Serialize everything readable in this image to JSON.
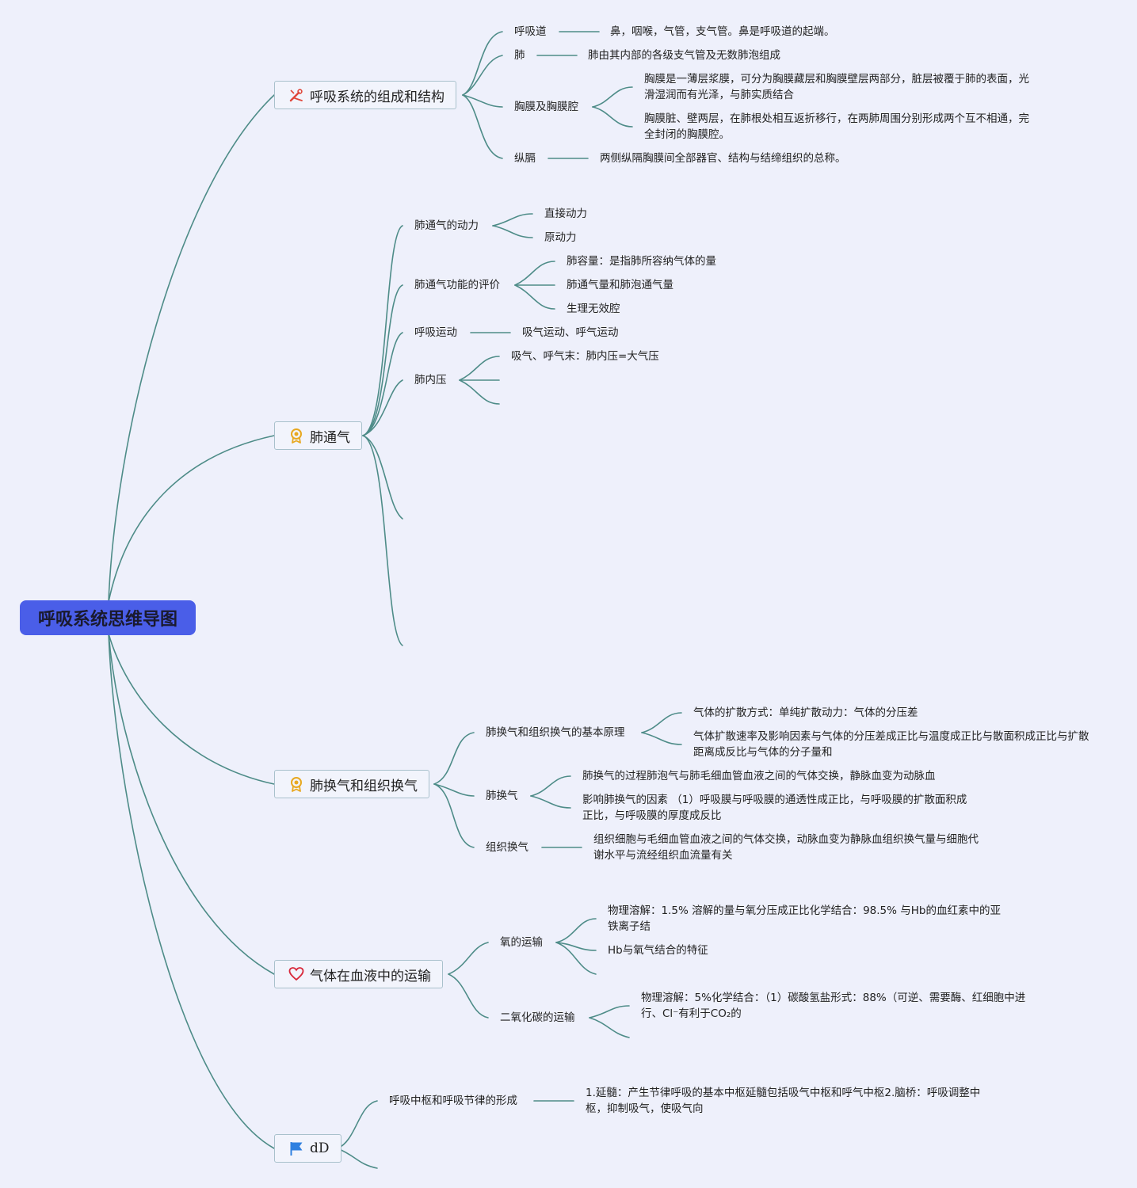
{
  "root": "呼吸系统思维导图",
  "branches": {
    "b1": {
      "label": "呼吸系统的组成和结构",
      "icon": "tools-icon",
      "items": {
        "i1": {
          "label": "呼吸道",
          "desc": "鼻，咽喉，气管，支气管。鼻是呼吸道的起端。"
        },
        "i2": {
          "label": "肺",
          "desc": "肺由其内部的各级支气管及无数肺泡组成"
        },
        "i3": {
          "label": "胸膜及胸膜腔",
          "d1": "胸膜是一薄层浆膜，可分为胸膜藏层和胸膜壁层两部分，脏层被覆于肺的表面，光滑湿润而有光泽，与肺实质结合",
          "d2": "胸膜脏、壁两层，在肺根处相互返折移行，在两肺周围分别形成两个互不相通，完全封闭的胸膜腔。"
        },
        "i4": {
          "label": "纵膈",
          "desc": "两侧纵隔胸膜间全部器官、结构与结缔组织的总称。"
        }
      }
    },
    "b2": {
      "label": "肺通气",
      "icon": "award-icon",
      "items": {
        "i1": {
          "label": "肺通气的动力",
          "c1": "直接动力",
          "c2": "原动力"
        },
        "i2": {
          "label": "肺通气功能的评价",
          "c1": "肺容量：是指肺所容纳气体的量",
          "c2": "肺通气量和肺泡通气量",
          "c3": "生理无效腔"
        },
        "i3": {
          "label": "呼吸运动",
          "c1": "吸气运动、呼气运动"
        },
        "i4": {
          "label": "肺内压",
          "c1": "吸气、呼气末：肺内压=大气压"
        }
      }
    },
    "b3": {
      "label": "肺换气和组织换气",
      "icon": "award-icon",
      "items": {
        "i1": {
          "label": "肺换气和组织换气的基本原理",
          "c1": "气体的扩散方式：单纯扩散动力：气体的分压差",
          "c2": "气体扩散速率及影响因素与气体的分压差成正比与温度成正比与散面积成正比与扩散距离成反比与气体的分子量和"
        },
        "i2": {
          "label": "肺换气",
          "c1": "肺换气的过程肺泡气与肺毛细血管血液之间的气体交换，静脉血变为动脉血",
          "c2": "影响肺换气的因素 （1）呼吸膜与呼吸膜的通透性成正比，与呼吸膜的扩散面积成正比，与呼吸膜的厚度成反比"
        },
        "i3": {
          "label": "组织换气",
          "c1": "组织细胞与毛细血管血液之间的气体交换，动脉血变为静脉血组织换气量与细胞代谢水平与流经组织血流量有关"
        }
      }
    },
    "b4": {
      "label": "气体在血液中的运输",
      "icon": "heart-icon",
      "items": {
        "i1": {
          "label": "氧的运输",
          "c1": "物理溶解：1.5% 溶解的量与氧分压成正比化学结合：98.5% 与Hb的血红素中的亚铁离子结",
          "c2": "Hb与氧气结合的特征"
        },
        "i2": {
          "label": "二氧化碳的运输",
          "c1": "物理溶解：5%化学结合：（1）碳酸氢盐形式：88%（可逆、需要酶、红细胞中进行、Cl⁻有利于CO₂的"
        }
      }
    },
    "b5": {
      "label": "dD",
      "icon": "flag-icon",
      "items": {
        "i1": {
          "label": "呼吸中枢和呼吸节律的形成",
          "c1": "1.延髓：产生节律呼吸的基本中枢延髓包括吸气中枢和呼气中枢2.脑桥：呼吸调整中枢，抑制吸气，使吸气向"
        }
      }
    }
  },
  "colors": {
    "root_bg": "#4a5ee8",
    "line": "#4e8c88",
    "page_bg": "#eef0fb",
    "branch_border": "#a9c1cc"
  }
}
